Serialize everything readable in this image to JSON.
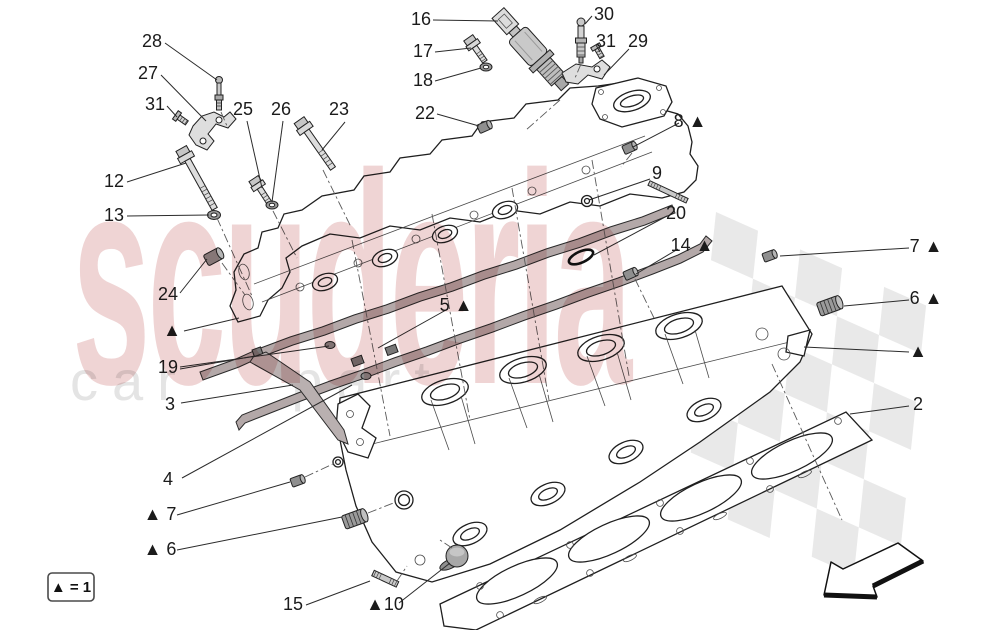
{
  "watermark": {
    "word": "scuderia",
    "subword": "car parts"
  },
  "legend": {
    "label": "▲ = 1"
  },
  "colors": {
    "watermark_red": "#c97070",
    "watermark_grey": "#e4e4e4",
    "flag_grey": "#dcdcdc",
    "line": "#1f1f1f"
  },
  "callouts": {
    "c28": {
      "label": "28"
    },
    "c27": {
      "label": "27"
    },
    "c31a": {
      "label": "31"
    },
    "c25": {
      "label": "25"
    },
    "c26": {
      "label": "26"
    },
    "c23": {
      "label": "23"
    },
    "c12": {
      "label": "12"
    },
    "c13": {
      "label": "13"
    },
    "c16": {
      "label": "16"
    },
    "c17": {
      "label": "17"
    },
    "c18": {
      "label": "18"
    },
    "c22": {
      "label": "22"
    },
    "c30": {
      "label": "30"
    },
    "c31b": {
      "label": "31"
    },
    "c29": {
      "label": "29"
    },
    "c8": {
      "label": "8 ▲"
    },
    "c9": {
      "label": "9"
    },
    "c20": {
      "label": "20"
    },
    "c14": {
      "label": "14 ▲"
    },
    "c7r": {
      "label": "7 ▲"
    },
    "c6r": {
      "label": "6 ▲"
    },
    "tri_right": {
      "label": "▲"
    },
    "c2": {
      "label": "2"
    },
    "c24": {
      "label": "24"
    },
    "tri_left": {
      "label": "▲"
    },
    "c19": {
      "label": "19"
    },
    "c3": {
      "label": "3"
    },
    "c4": {
      "label": "4"
    },
    "c7l": {
      "label": "▲ 7"
    },
    "c6l": {
      "label": "▲ 6"
    },
    "c5": {
      "label": "5 ▲"
    },
    "c15": {
      "label": "15"
    },
    "c10": {
      "label": "▲10"
    }
  }
}
